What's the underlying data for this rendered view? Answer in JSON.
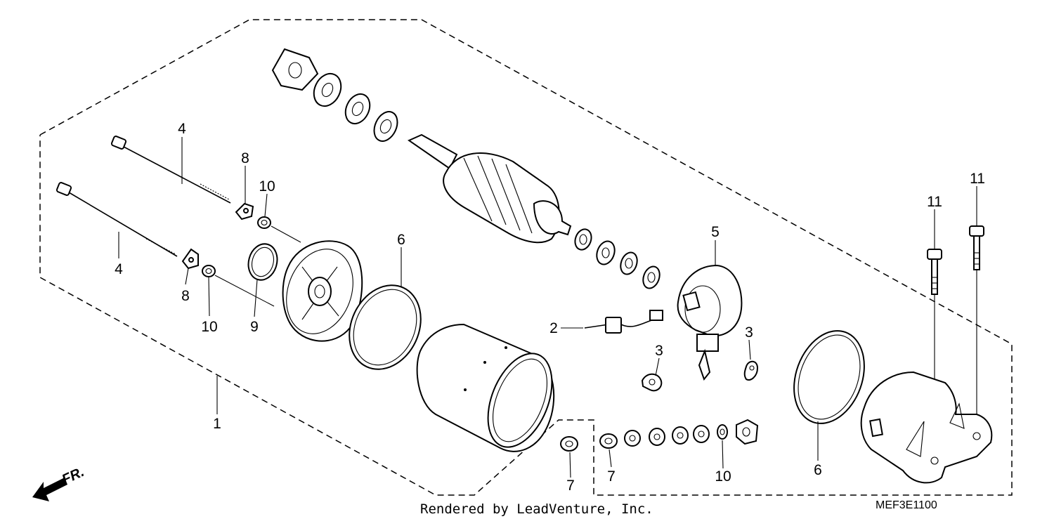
{
  "callouts": {
    "c1": "1",
    "c2": "2",
    "c3a": "3",
    "c3b": "3",
    "c4a": "4",
    "c4b": "4",
    "c5": "5",
    "c6a": "6",
    "c6b": "6",
    "c7a": "7",
    "c7b": "7",
    "c8a": "8",
    "c8b": "8",
    "c9": "9",
    "c10a": "10",
    "c10b": "10",
    "c10c": "10",
    "c11a": "11",
    "c11b": "11"
  },
  "direction_label": "FR.",
  "credit": "Rendered by LeadVenture, Inc.",
  "diagram_code": "MEF3E1100",
  "icons": [
    "front-direction-arrow-icon"
  ]
}
